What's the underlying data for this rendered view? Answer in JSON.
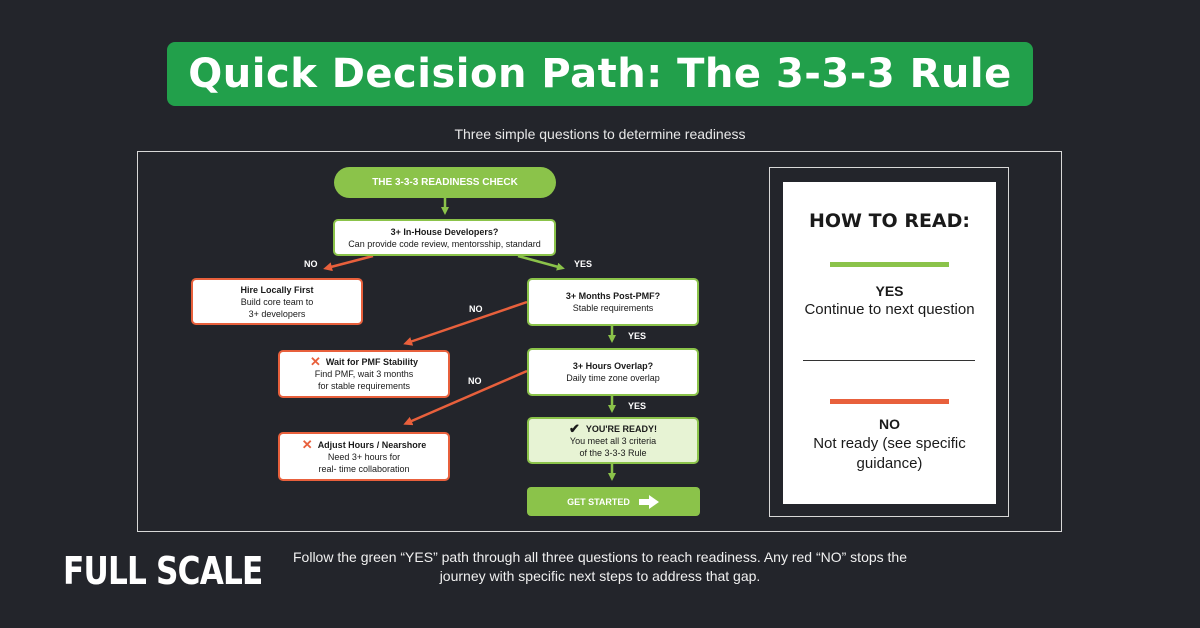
{
  "header": {
    "title": "Quick Decision Path: The 3-3-3 Rule",
    "subtitle": "Three simple questions to determine readiness"
  },
  "flowchart": {
    "start": "THE 3-3-3 READINESS CHECK",
    "q1": {
      "title": "3+ In-House Developers?",
      "desc": "Can provide code review, mentorsship, standard"
    },
    "q2": {
      "title": "3+ Months Post-PMF?",
      "desc": "Stable requirements"
    },
    "q3": {
      "title": "3+ Hours Overlap?",
      "desc": "Daily time zone overlap"
    },
    "no1": {
      "title": "Hire Locally First",
      "line1": "Build core team to",
      "line2": "3+ developers"
    },
    "no2": {
      "title": "Wait for PMF Stability",
      "line1": "Find PMF, wait 3 months",
      "line2": "for stable requirements"
    },
    "no3": {
      "title": "Adjust Hours / Nearshore",
      "line1": "Need 3+ hours for",
      "line2": "real- time collaboration"
    },
    "ready": {
      "title": "YOU'RE READY!",
      "line1": "You meet all 3 criteria",
      "line2": "of the 3-3-3 Rule"
    },
    "cta": "GET STARTED",
    "yes_label": "YES",
    "no_label": "NO"
  },
  "legend": {
    "title": "HOW TO READ:",
    "yes_key": "YES",
    "yes_desc": "Continue to next question",
    "no_key": "NO",
    "no_desc": "Not ready (see specific guidance)"
  },
  "footer": {
    "logo": "FULL SCALE",
    "text": "Follow the green “YES” path through all three questions to reach readiness. Any red “NO” stops the journey with specific next steps to address that gap."
  },
  "colors": {
    "background": "#23252b",
    "banner": "#22a04b",
    "yes_green": "#8bc34a",
    "no_red": "#e8603c"
  },
  "icons": {
    "x": "cross-icon",
    "check": "check-icon",
    "arrow": "arrow-right-icon"
  }
}
